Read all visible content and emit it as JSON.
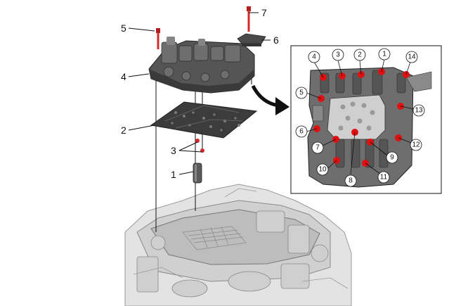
{
  "callouts": [
    {
      "id": "1",
      "label": "1"
    },
    {
      "id": "2",
      "label": "2"
    },
    {
      "id": "3",
      "label": "3"
    },
    {
      "id": "4",
      "label": "4"
    },
    {
      "id": "5",
      "label": "5"
    },
    {
      "id": "6",
      "label": "6"
    },
    {
      "id": "7",
      "label": "7"
    }
  ],
  "detail_callouts": [
    {
      "label": "1"
    },
    {
      "label": "2"
    },
    {
      "label": "3"
    },
    {
      "label": "4"
    },
    {
      "label": "5"
    },
    {
      "label": "6"
    },
    {
      "label": "7"
    },
    {
      "label": "8"
    },
    {
      "label": "9"
    },
    {
      "label": "10"
    },
    {
      "label": "11"
    },
    {
      "label": "12"
    },
    {
      "label": "13"
    },
    {
      "label": "14"
    }
  ],
  "colors": {
    "part_dark": "#4a4a4a",
    "part_mid": "#6d6d6d",
    "part_light": "#8e8e8e",
    "transmission": "#d9d9d9",
    "bolt_red": "#d42a2a",
    "check_ball_red": "#e01010",
    "line": "#111111"
  }
}
